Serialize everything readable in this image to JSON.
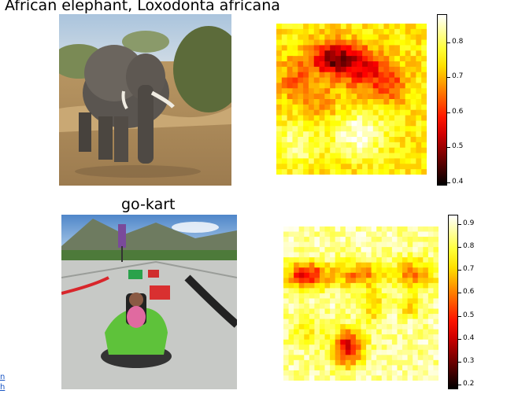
{
  "panels": [
    {
      "title": "African elephant, Loxodonta africana",
      "image_alt": "elephant photo",
      "colorbar": {
        "min": 0.39,
        "max": 0.88,
        "ticks": [
          "0.8",
          "0.7",
          "0.6",
          "0.5",
          "0.4"
        ]
      }
    },
    {
      "title": "go-kart",
      "image_alt": "go-kart photo",
      "colorbar": {
        "min": 0.18,
        "max": 0.94,
        "ticks": [
          "0.9",
          "0.8",
          "0.7",
          "0.6",
          "0.5",
          "0.4",
          "0.3",
          "0.2"
        ]
      }
    }
  ],
  "colormap": "hot",
  "edge_text": {
    "line1": "n",
    "line2": "h"
  }
}
